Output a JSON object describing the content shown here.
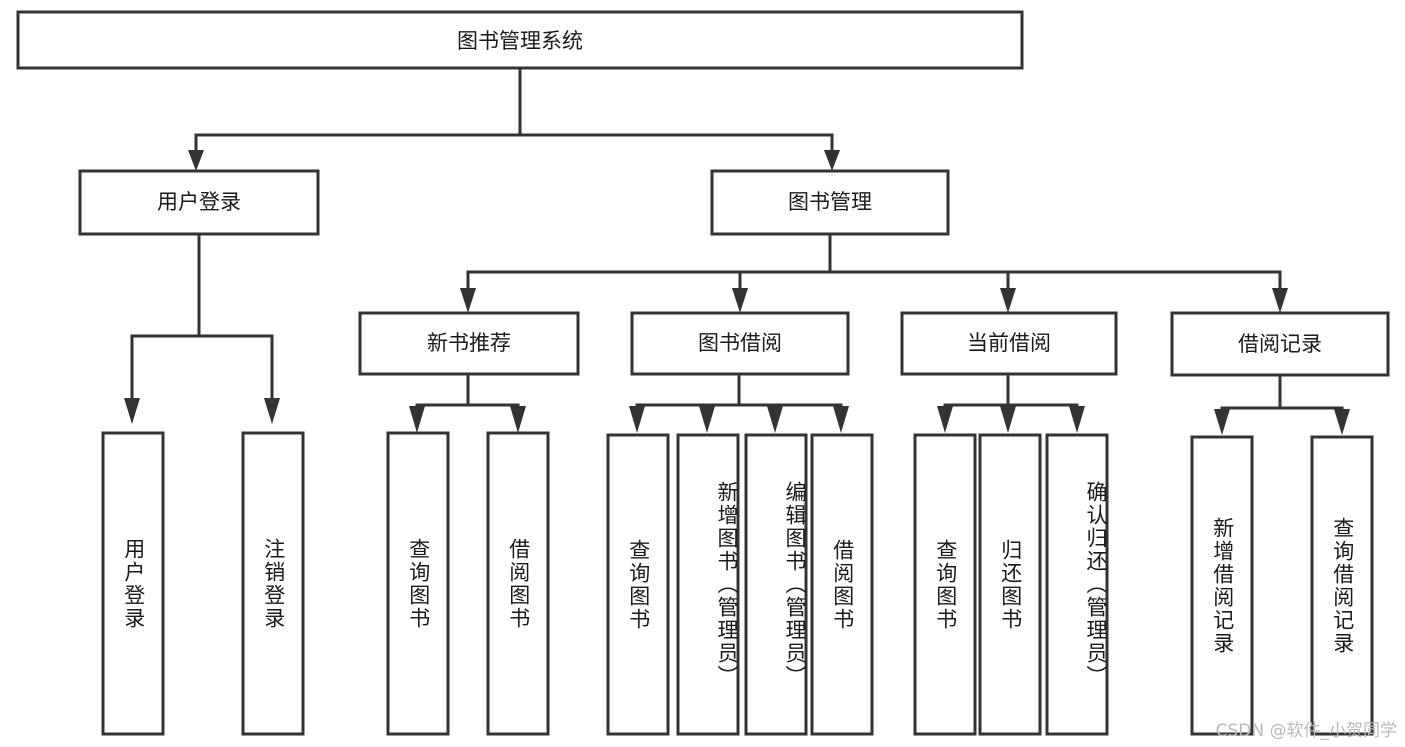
{
  "diagram": {
    "type": "tree-hierarchy",
    "title": "图书管理系统",
    "watermark": "CSDN @软件_小贺同学",
    "colors": {
      "stroke": "#333333",
      "fill": "#ffffff",
      "text": "#1a1a1a",
      "watermark": "#b9b9b9"
    },
    "root": {
      "label": "图书管理系统"
    },
    "level2": [
      {
        "label": "用户登录"
      },
      {
        "label": "图书管理"
      }
    ],
    "level3": [
      {
        "label": "新书推荐"
      },
      {
        "label": "图书借阅"
      },
      {
        "label": "当前借阅"
      },
      {
        "label": "借阅记录"
      }
    ],
    "leaves": [
      {
        "label": "用户登录",
        "parent": "用户登录"
      },
      {
        "label": "注销登录",
        "parent": "用户登录"
      },
      {
        "label": "查询图书",
        "parent": "新书推荐"
      },
      {
        "label": "借阅图书",
        "parent": "新书推荐"
      },
      {
        "label": "查询图书",
        "parent": "图书借阅"
      },
      {
        "label": "新增图书（管理员）",
        "parent": "图书借阅"
      },
      {
        "label": "编辑图书（管理员）",
        "parent": "图书借阅"
      },
      {
        "label": "借阅图书",
        "parent": "图书借阅"
      },
      {
        "label": "查询图书",
        "parent": "当前借阅"
      },
      {
        "label": "归还图书",
        "parent": "当前借阅"
      },
      {
        "label": "确认归还（管理员）",
        "parent": "当前借阅"
      },
      {
        "label": "新增借阅记录",
        "parent": "借阅记录"
      },
      {
        "label": "查询借阅记录",
        "parent": "借阅记录"
      }
    ]
  }
}
